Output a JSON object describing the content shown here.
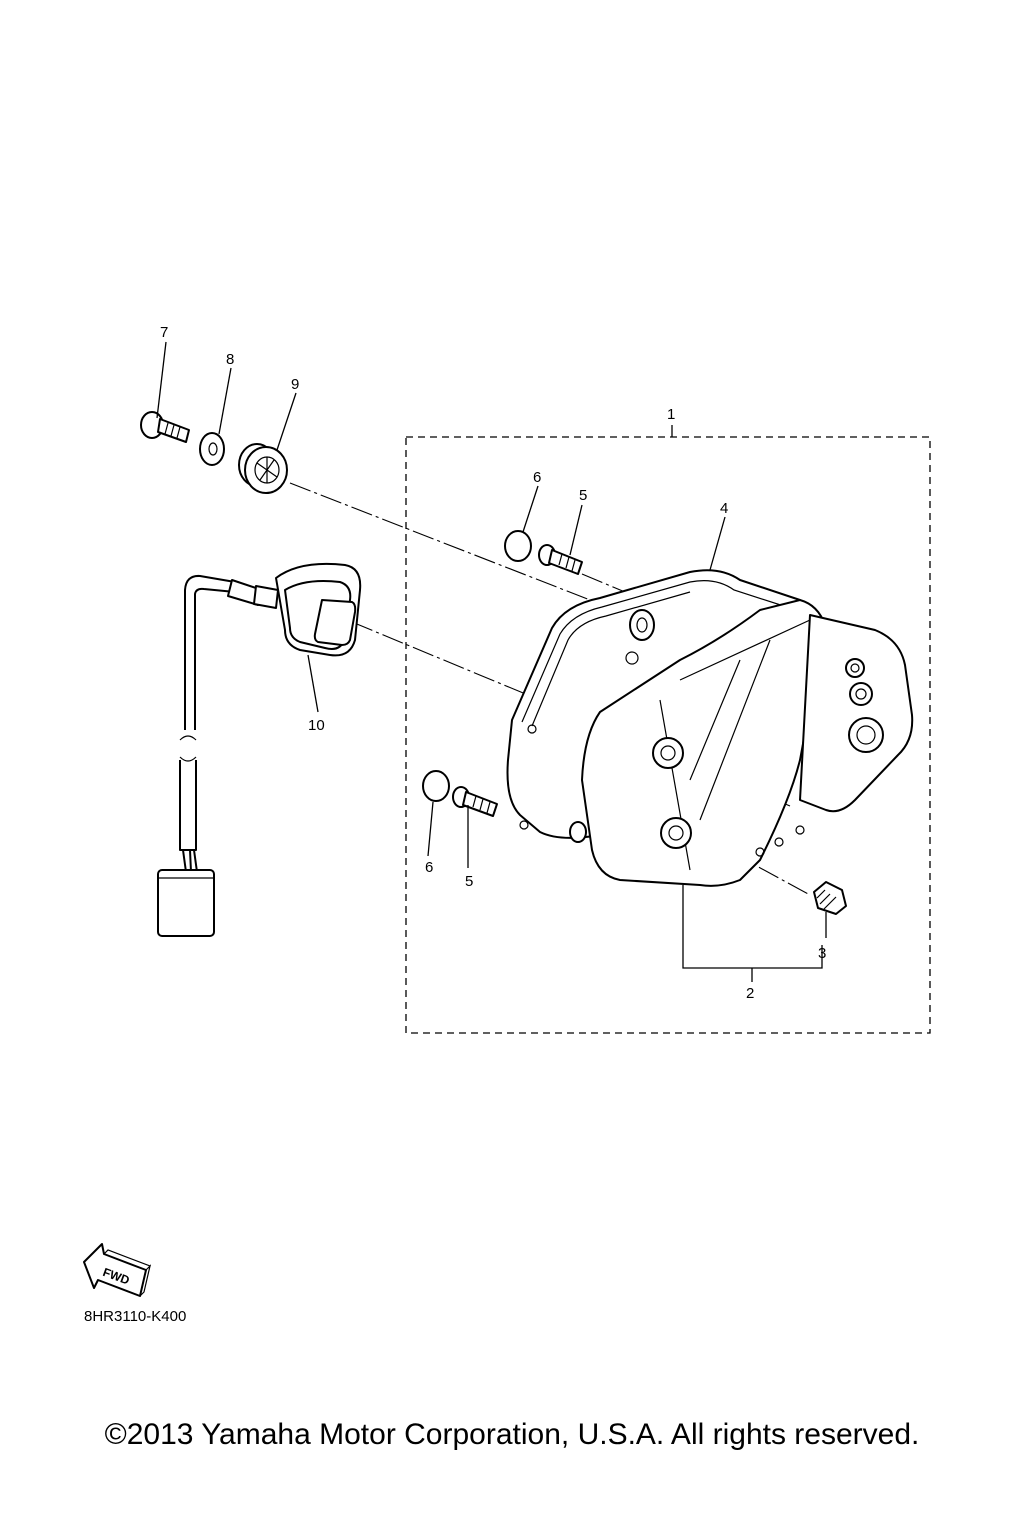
{
  "callouts": {
    "c1": "1",
    "c2": "2",
    "c3": "3",
    "c4": "4",
    "c5a": "5",
    "c5b": "5",
    "c6a": "6",
    "c6b": "6",
    "c7": "7",
    "c8": "8",
    "c9": "9",
    "c10": "10"
  },
  "fwd_label": "FWD",
  "part_code": "8HR3110-K400",
  "copyright": "©2013 Yamaha Motor Corporation, U.S.A. All rights reserved."
}
